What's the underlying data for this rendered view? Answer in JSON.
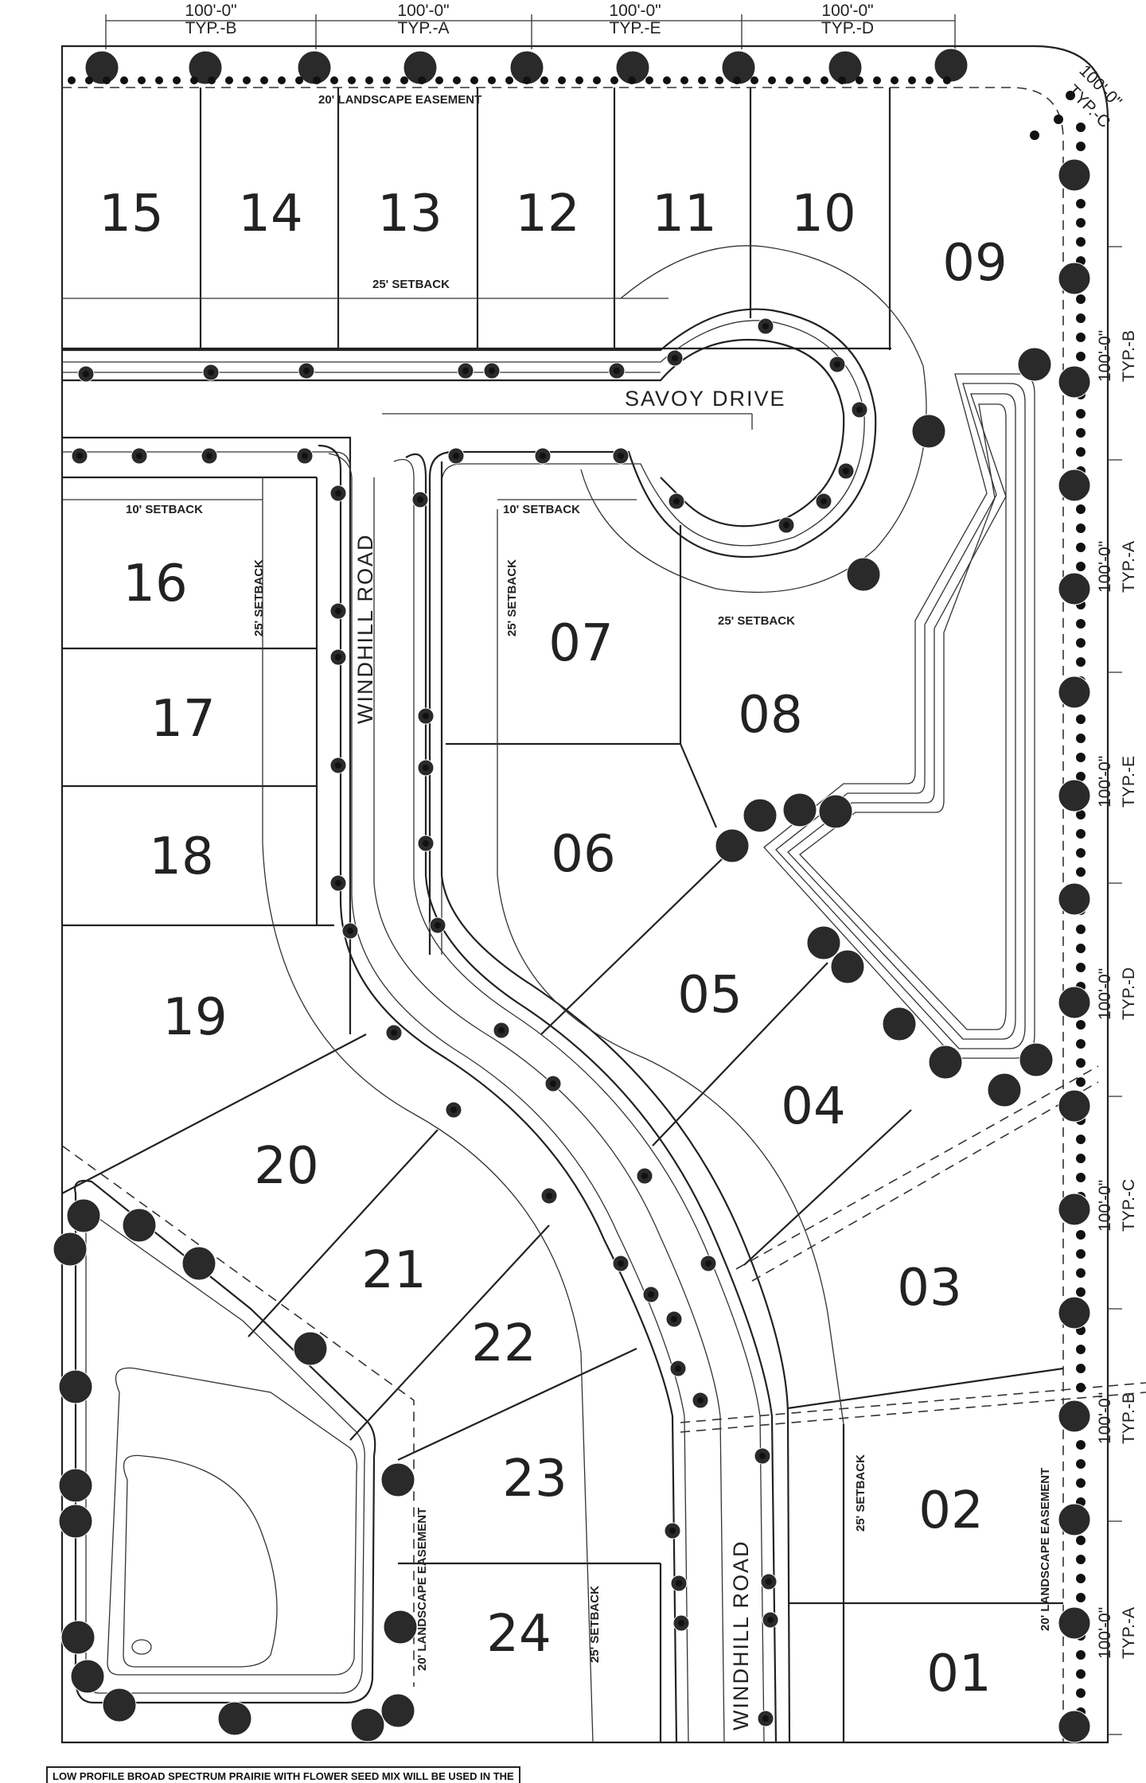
{
  "dimensions": [
    {
      "length": "100'-0\"",
      "type": "TYP.-B"
    },
    {
      "length": "100'-0\"",
      "type": "TYP.-A"
    },
    {
      "length": "100'-0\"",
      "type": "TYP.-E"
    },
    {
      "length": "100'-0\"",
      "type": "TYP.-D"
    },
    {
      "length": "100'-0\"",
      "type": "TYP.-C"
    }
  ],
  "right_dimensions": [
    {
      "length": "100'-0\"",
      "type": "TYP.-B"
    },
    {
      "length": "100'-0\"",
      "type": "TYP.-A"
    },
    {
      "length": "100'-0\"",
      "type": "TYP.-E"
    },
    {
      "length": "100'-0\"",
      "type": "TYP.-D"
    },
    {
      "length": "100'-0\"",
      "type": "TYP.-C"
    },
    {
      "length": "100'-0\"",
      "type": "TYP.-B"
    },
    {
      "length": "100'-0\"",
      "type": "TYP.-A"
    }
  ],
  "lots": [
    "15",
    "14",
    "13",
    "12",
    "11",
    "10",
    "09",
    "16",
    "07",
    "08",
    "17",
    "18",
    "06",
    "05",
    "19",
    "04",
    "20",
    "03",
    "21",
    "22",
    "23",
    "02",
    "24",
    "01"
  ],
  "labels": {
    "landscape_easement_top": "20' LANDSCAPE EASEMENT",
    "landscape_easement_right": "20' LANDSCAPE EASEMENT",
    "landscape_easement_left": "20' LANDSCAPE EASEMENT",
    "setback_25_top": "25' SETBACK",
    "setback_10_left": "10' SETBACK",
    "setback_25_left": "25' SETBACK",
    "setback_10_mid": "10' SETBACK",
    "setback_25_mid": "25' SETBACK",
    "setback_25_cul": "25' SETBACK",
    "setback_25_lot02": "25' SETBACK",
    "setback_25_lot24": "25' SETBACK"
  },
  "roads": {
    "savoy": "SAVOY DRIVE",
    "windhill_north": "WINDHILL ROAD",
    "windhill_south": "WINDHILL ROAD"
  },
  "footer_note": "LOW PROFILE BROAD SPECTRUM PRAIRIE WITH FLOWER SEED MIX WILL BE USED IN THE"
}
